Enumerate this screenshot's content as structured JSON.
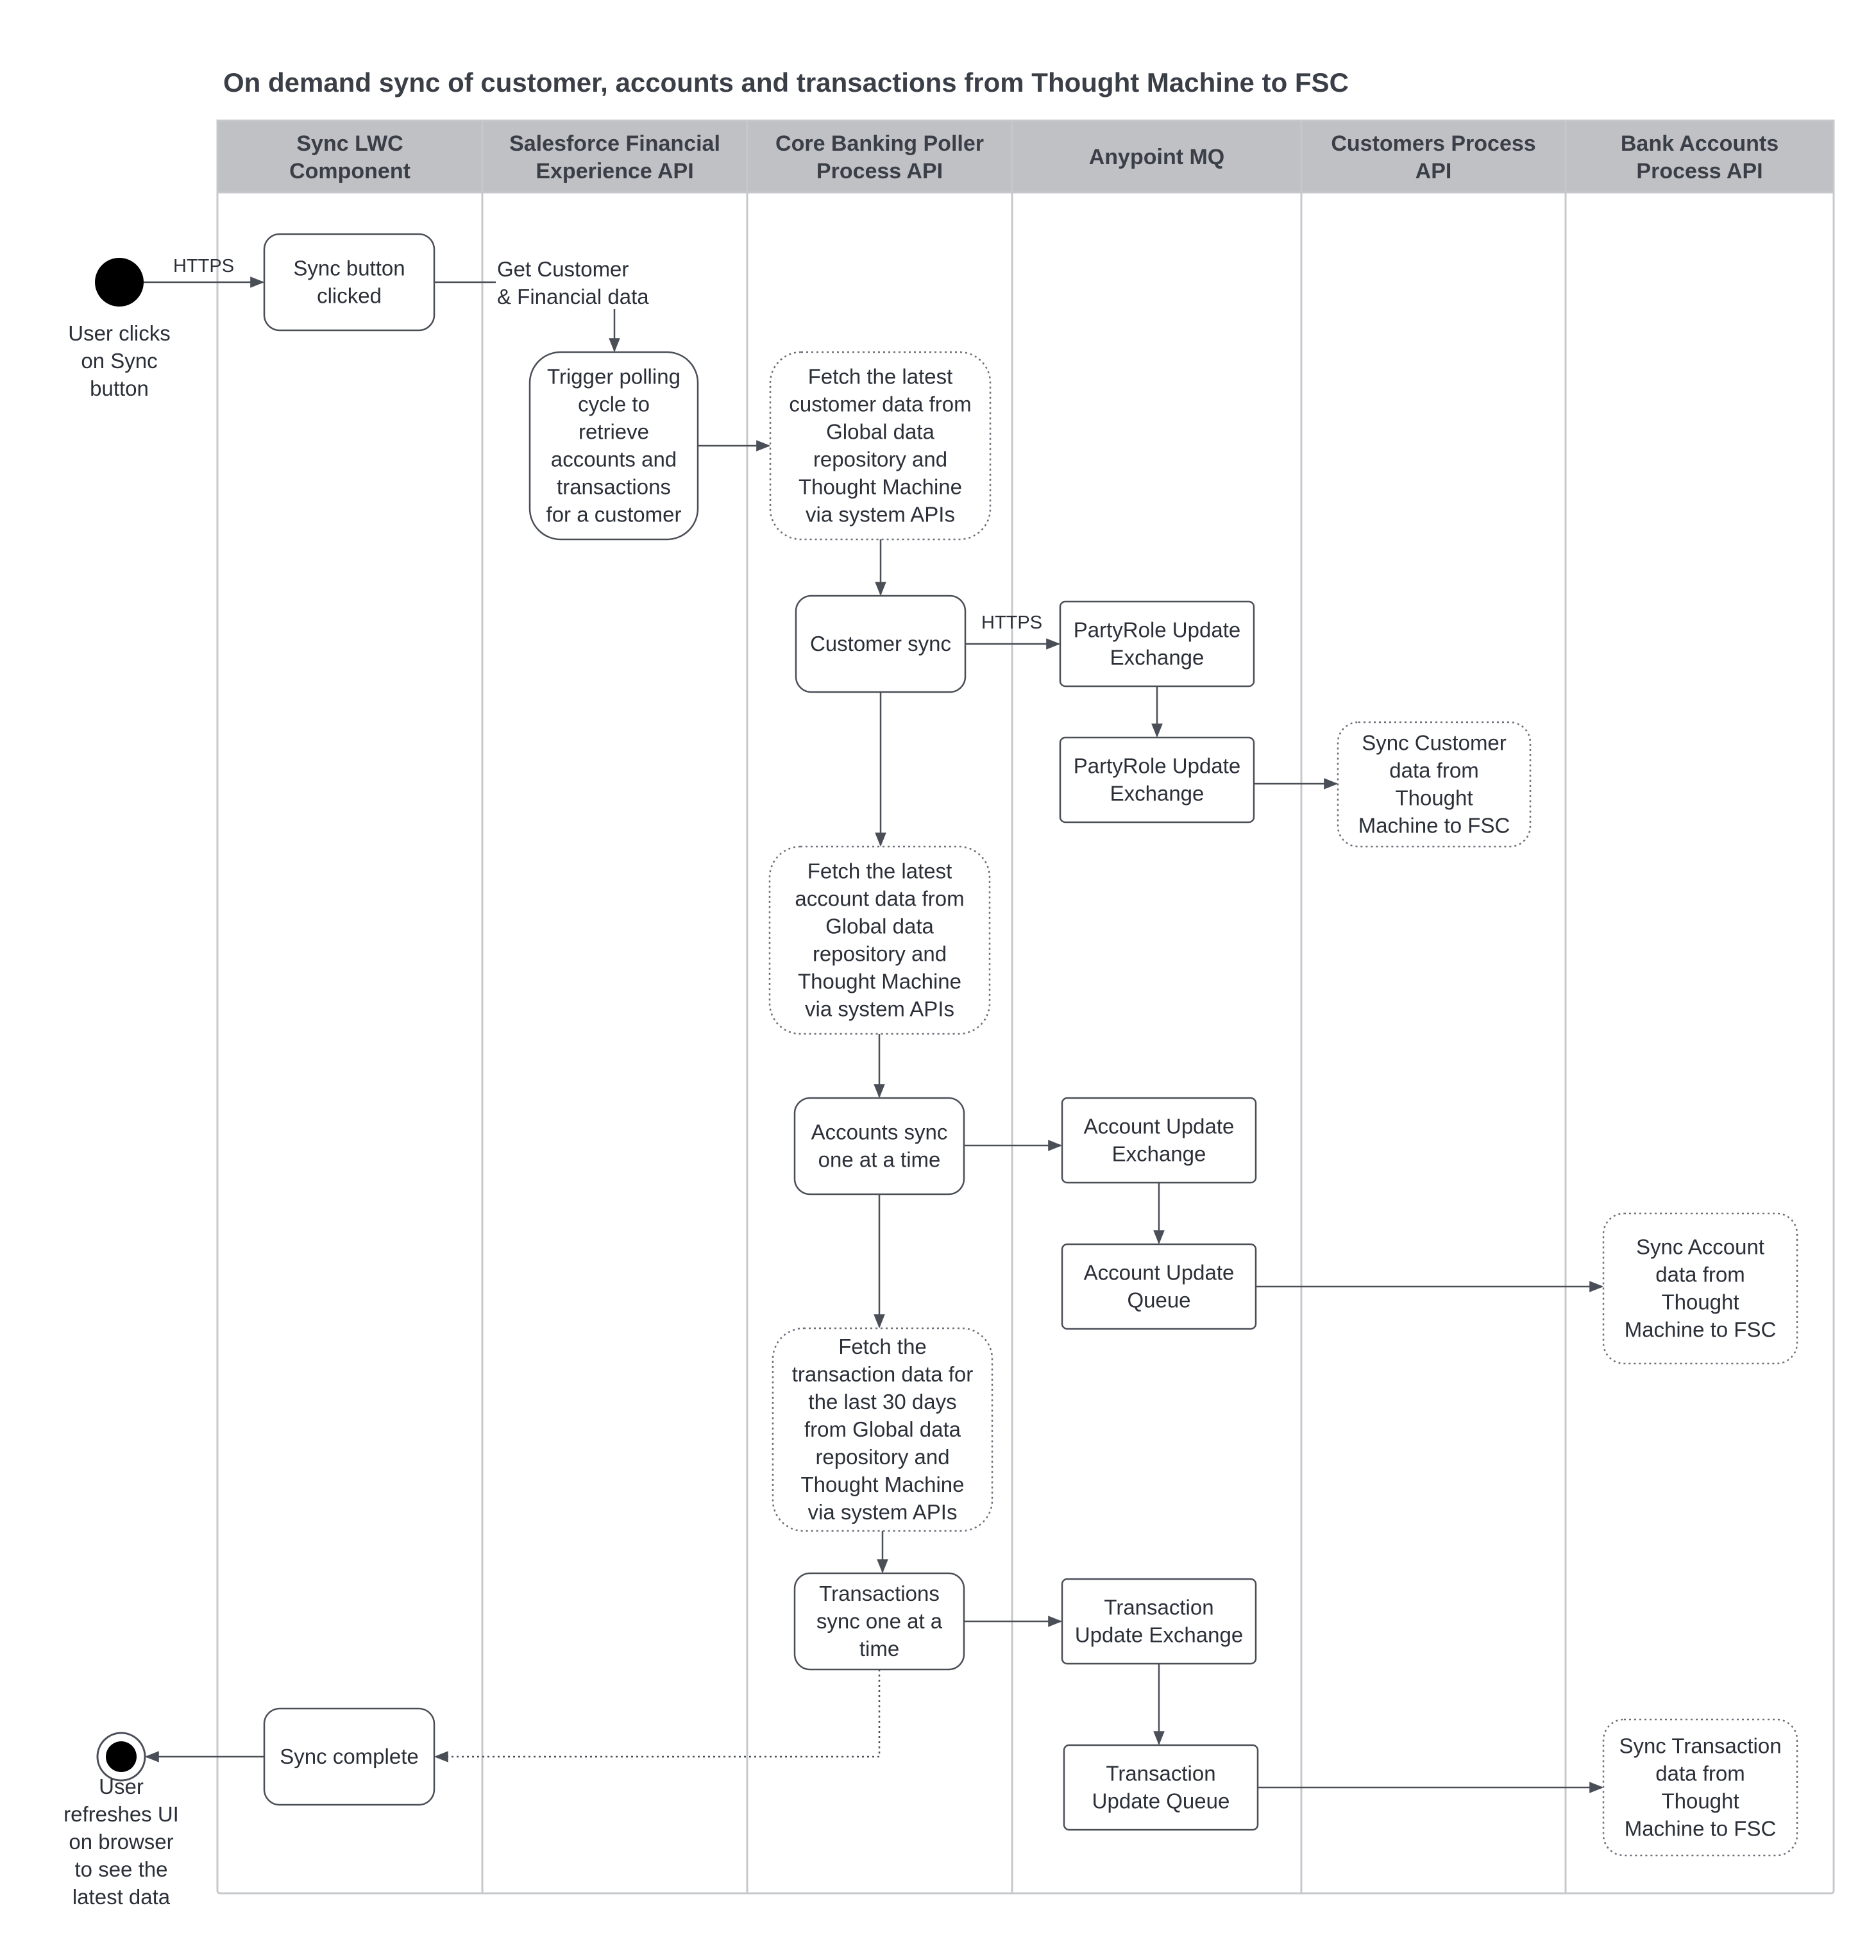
{
  "title": "On demand sync of customer, accounts and transactions from Thought Machine to FSC",
  "lanes": [
    [
      "Sync LWC",
      "Component"
    ],
    [
      "Salesforce Financial",
      "Experience API"
    ],
    [
      "Core Banking Poller",
      "Process API"
    ],
    [
      "Anypoint MQ"
    ],
    [
      "Customers Process",
      "API"
    ],
    [
      "Bank Accounts",
      "Process API"
    ]
  ],
  "start": {
    "label": [
      "User clicks",
      "on Sync",
      "button"
    ]
  },
  "end": {
    "label": [
      "User",
      "refreshes UI",
      "on browser",
      "to see the",
      "latest data"
    ]
  },
  "nodes": {
    "sync_button": {
      "lines": [
        "Sync button",
        "clicked"
      ],
      "style": "solid"
    },
    "get_customer": {
      "lines": [
        "Get Customer",
        "& Financial data"
      ],
      "style": "text"
    },
    "trigger_poll": {
      "lines": [
        "Trigger polling",
        "cycle to",
        "retrieve",
        "accounts and",
        "transactions",
        "for a customer"
      ],
      "style": "solid"
    },
    "fetch_customer": {
      "lines": [
        "Fetch the latest",
        "customer data from",
        "Global data",
        "repository and",
        "Thought Machine",
        "via system APIs"
      ],
      "style": "dotted"
    },
    "customer_sync": {
      "lines": [
        "Customer sync"
      ],
      "style": "solid"
    },
    "partyrole_exchange_1": {
      "lines": [
        "PartyRole Update",
        "Exchange"
      ],
      "style": "solid"
    },
    "partyrole_exchange_2": {
      "lines": [
        "PartyRole Update",
        "Exchange"
      ],
      "style": "solid"
    },
    "sync_customer_fsc": {
      "lines": [
        "Sync Customer",
        "data from",
        "Thought",
        "Machine to FSC"
      ],
      "style": "dotted"
    },
    "fetch_account": {
      "lines": [
        "Fetch the latest",
        "account data from",
        "Global data",
        "repository and",
        "Thought Machine",
        "via system APIs"
      ],
      "style": "dotted"
    },
    "accounts_sync": {
      "lines": [
        "Accounts sync",
        "one at a time"
      ],
      "style": "solid"
    },
    "account_exchange": {
      "lines": [
        "Account Update",
        "Exchange"
      ],
      "style": "solid"
    },
    "account_queue": {
      "lines": [
        "Account Update",
        "Queue"
      ],
      "style": "solid"
    },
    "sync_account_fsc": {
      "lines": [
        "Sync Account",
        "data from",
        "Thought",
        "Machine to FSC"
      ],
      "style": "dotted"
    },
    "fetch_transaction": {
      "lines": [
        "Fetch the",
        "transaction data for",
        "the last 30 days",
        "from Global data",
        "repository and",
        "Thought Machine",
        "via system APIs"
      ],
      "style": "dotted"
    },
    "transactions_sync": {
      "lines": [
        "Transactions",
        "sync one at a",
        "time"
      ],
      "style": "solid"
    },
    "transaction_exchange": {
      "lines": [
        "Transaction",
        "Update Exchange"
      ],
      "style": "solid"
    },
    "transaction_queue": {
      "lines": [
        "Transaction",
        "Update Queue"
      ],
      "style": "solid"
    },
    "sync_transaction_fsc": {
      "lines": [
        "Sync Transaction",
        "data from",
        "Thought",
        "Machine to FSC"
      ],
      "style": "dotted"
    },
    "sync_complete": {
      "lines": [
        "Sync complete"
      ],
      "style": "solid"
    }
  },
  "edge_labels": {
    "start_to_sync": "HTTPS",
    "customer_to_partyrole": "HTTPS"
  }
}
